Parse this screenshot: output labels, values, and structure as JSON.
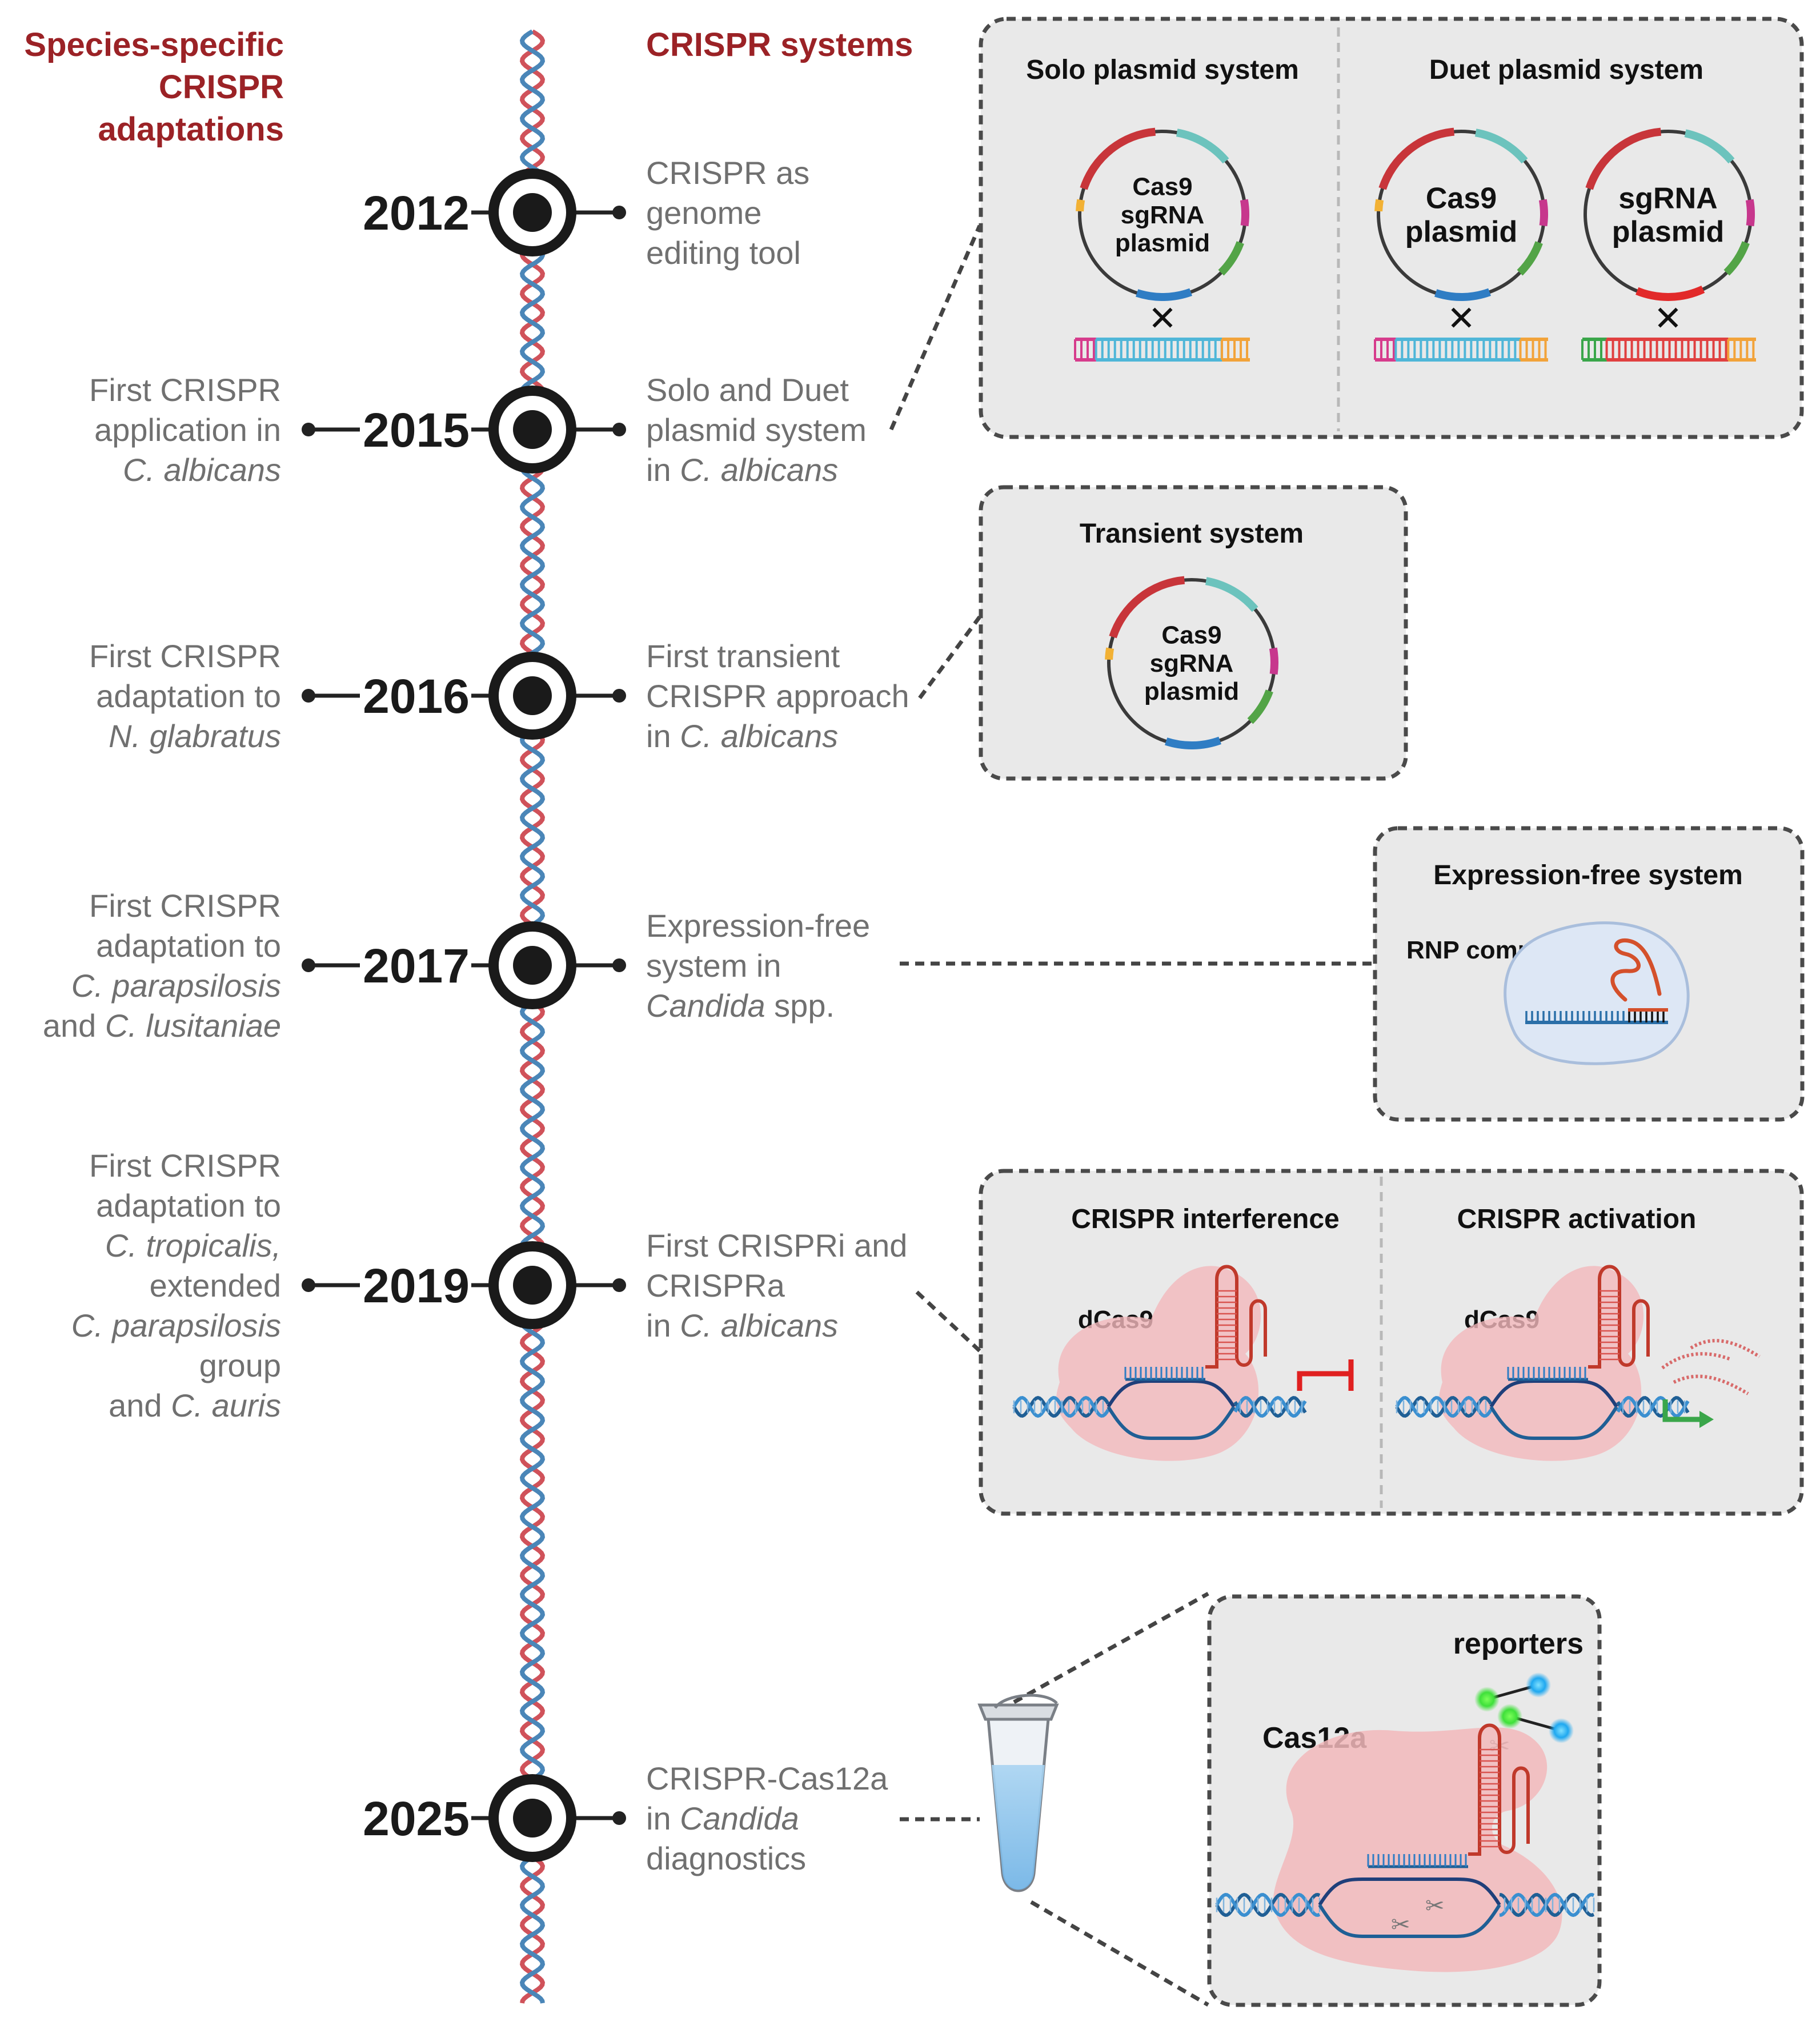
{
  "headers": {
    "left": [
      "Species-specific",
      "CRISPR",
      "adaptations"
    ],
    "right": "CRISPR systems"
  },
  "timeline": [
    {
      "year": "2012",
      "right": [
        [
          "CRISPR as"
        ],
        [
          "genome"
        ],
        [
          "editing tool"
        ]
      ],
      "left": []
    },
    {
      "year": "2015",
      "right": [
        [
          "Solo and Duet"
        ],
        [
          "plasmid system"
        ],
        [
          "in ",
          "C. albicans"
        ]
      ],
      "left": [
        [
          "First CRISPR"
        ],
        [
          "application in"
        ],
        [
          "",
          "C. albicans"
        ]
      ]
    },
    {
      "year": "2016",
      "right": [
        [
          "First transient"
        ],
        [
          "CRISPR approach"
        ],
        [
          " in ",
          "C. albicans"
        ]
      ],
      "left": [
        [
          "First CRISPR"
        ],
        [
          "adaptation to"
        ],
        [
          "",
          "N. glabratus"
        ]
      ]
    },
    {
      "year": "2017",
      "right": [
        [
          "Expression-free"
        ],
        [
          "system in"
        ],
        [
          "",
          "Candida",
          " spp."
        ]
      ],
      "left": [
        [
          "First CRISPR"
        ],
        [
          "adaptation to"
        ],
        [
          "",
          "C. parapsilosis"
        ],
        [
          "and ",
          "C. lusitaniae"
        ]
      ]
    },
    {
      "year": "2019",
      "right": [
        [
          "First CRISPRi and"
        ],
        [
          "CRISPRa"
        ],
        [
          " in ",
          "C. albicans"
        ]
      ],
      "left": [
        [
          "First CRISPR"
        ],
        [
          "adaptation to"
        ],
        [
          "",
          "C. tropicalis,"
        ],
        [
          "extended"
        ],
        [
          "",
          "C. parapsilosis"
        ],
        [
          "group"
        ],
        [
          "and ",
          "C. auris"
        ]
      ]
    },
    {
      "year": "2025",
      "right": [
        [
          "CRISPR-Cas12a"
        ],
        [
          "in ",
          "Candida"
        ],
        [
          "diagnostics"
        ]
      ],
      "left": []
    }
  ],
  "boxes": {
    "solo_title": "Solo plasmid system",
    "duet_title": "Duet plasmid system",
    "solo_plasmid": [
      "Cas9",
      "sgRNA",
      "plasmid"
    ],
    "duet_cas9": [
      "Cas9",
      "plasmid"
    ],
    "duet_sgrna": [
      "sgRNA",
      "plasmid"
    ],
    "cross": "✕",
    "transient_title": "Transient system",
    "transient_plasmid": [
      "Cas9",
      "sgRNA",
      "plasmid"
    ],
    "expr_title": "Expression-free system",
    "rnp_label": "RNP complex",
    "crispri_title": "CRISPR interference",
    "crispra_title": "CRISPR activation",
    "dcas9": "dCas9",
    "reporters": "reporters",
    "cas12a": "Cas12a"
  },
  "colors": {
    "header": "#9b2226",
    "helix_red": "#d0525a",
    "helix_blue": "#4a86b8",
    "year": "#1a1a1a",
    "gray_text": "#707070",
    "box_fill": "#e9e9e9",
    "protein_pink": "#f2b8bb",
    "rna_red": "#c0392b",
    "dna_blue": "#2a6fa8"
  }
}
